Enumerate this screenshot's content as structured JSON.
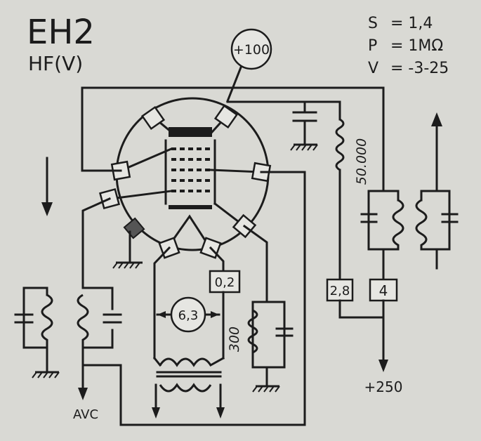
{
  "tube": {
    "type": "EH2",
    "function": "HF(V)"
  },
  "specs": [
    {
      "symbol": "S",
      "value": "= 1,4"
    },
    {
      "symbol": "P",
      "value": "= 1MΩ"
    },
    {
      "symbol": "V",
      "value": "= -3-25"
    }
  ],
  "labels": {
    "screen_voltage": "+100",
    "resistor_50k": "50.000",
    "heater_voltage": "6,3",
    "cathode_current": "0,2",
    "cathode_resistor": "300",
    "screen_current": "2,8",
    "anode_current": "4",
    "supply_voltage": "+250",
    "avc": "AVC"
  }
}
